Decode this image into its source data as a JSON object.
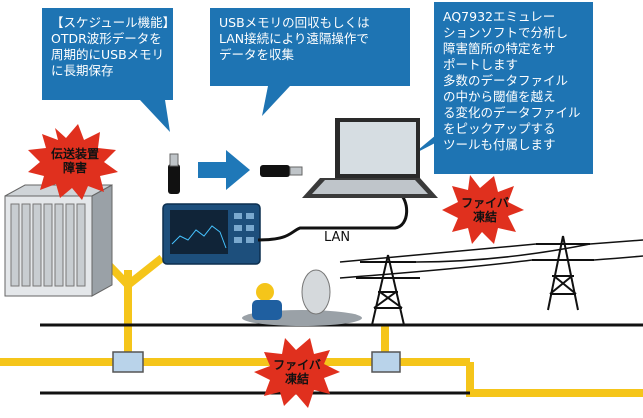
{
  "callouts": {
    "schedule": {
      "lines": [
        "【スケジュール機能】",
        "OTDR波形データを",
        "周期的にUSBメモリ",
        "に長期保存"
      ]
    },
    "usb_lan": {
      "lines": [
        "USBメモリの回収もしくは",
        "LAN接続により遠隔操作で",
        "データを収集"
      ]
    },
    "software": {
      "lines": [
        "AQ7932エミュレー",
        "ションソフトで分析し",
        "障害箇所の特定をサ",
        "ポートします",
        "多数のデータファイル",
        "の中から閾値を越え",
        "る変化のデータファイル",
        "をピックアップする",
        "ツールも付属します"
      ]
    }
  },
  "labels": {
    "lan": "LAN"
  },
  "bursts": {
    "equipment_fault": [
      "伝送装置",
      "障害"
    ],
    "fiber_freeze_top": [
      "ファイバ",
      "凍結"
    ],
    "fiber_freeze_bottom": [
      "ファイバ",
      "凍結"
    ]
  },
  "colors": {
    "callout_bg": "#1e74b3",
    "burst_red": "#e0301e",
    "fiber_yellow": "#f5c51a",
    "arrow_blue": "#1f78b8"
  }
}
